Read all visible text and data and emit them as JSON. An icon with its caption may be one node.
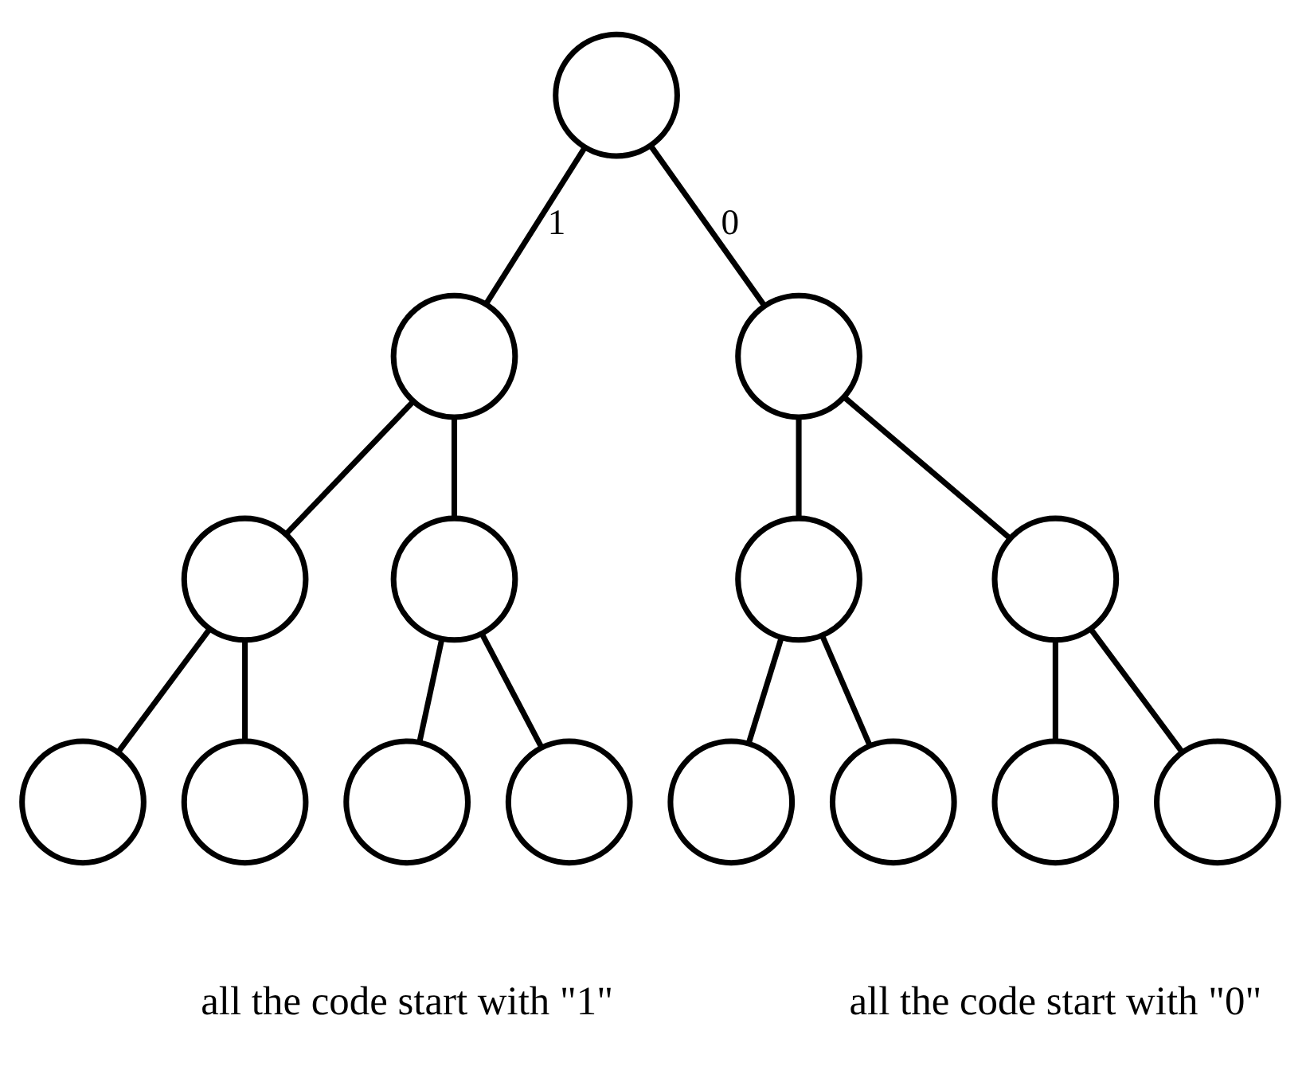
{
  "diagram": {
    "nodes": [
      {
        "text": [],
        "shape": "circle"
      },
      {
        "text": [],
        "shape": "circle"
      },
      {
        "text": [],
        "shape": "circle"
      },
      {
        "text": [],
        "shape": "circle"
      },
      {
        "text": [],
        "shape": "circle"
      },
      {
        "text": [],
        "shape": "circle"
      },
      {
        "text": [],
        "shape": "circle"
      },
      {
        "text": [],
        "shape": "circle"
      },
      {
        "text": [],
        "shape": "circle"
      },
      {
        "text": [],
        "shape": "circle"
      },
      {
        "text": [],
        "shape": "circle"
      },
      {
        "text": [],
        "shape": "circle"
      },
      {
        "text": [],
        "shape": "circle"
      },
      {
        "text": [],
        "shape": "circle"
      },
      {
        "text": [],
        "shape": "circle"
      }
    ],
    "edges": [
      {
        "from": 0,
        "to": 1,
        "arrow": "none",
        "label": "1"
      },
      {
        "from": 0,
        "to": 2,
        "arrow": "none",
        "label": "0"
      },
      {
        "from": 1,
        "to": 3,
        "arrow": "none"
      },
      {
        "from": 1,
        "to": 4,
        "arrow": "none"
      },
      {
        "from": 2,
        "to": 5,
        "arrow": "none"
      },
      {
        "from": 2,
        "to": 6,
        "arrow": "none"
      },
      {
        "from": 3,
        "to": 7,
        "arrow": "none"
      },
      {
        "from": 3,
        "to": 8,
        "arrow": "none"
      },
      {
        "from": 4,
        "to": 9,
        "arrow": "none"
      },
      {
        "from": 4,
        "to": 10,
        "arrow": "none"
      },
      {
        "from": 5,
        "to": 11,
        "arrow": "none"
      },
      {
        "from": 5,
        "to": 12,
        "arrow": "none"
      },
      {
        "from": 6,
        "to": 13,
        "arrow": "none"
      },
      {
        "from": 6,
        "to": 14,
        "arrow": "none"
      }
    ],
    "labels": [
      "all the code start with \"1\"",
      "all the code start with \"0\""
    ]
  }
}
